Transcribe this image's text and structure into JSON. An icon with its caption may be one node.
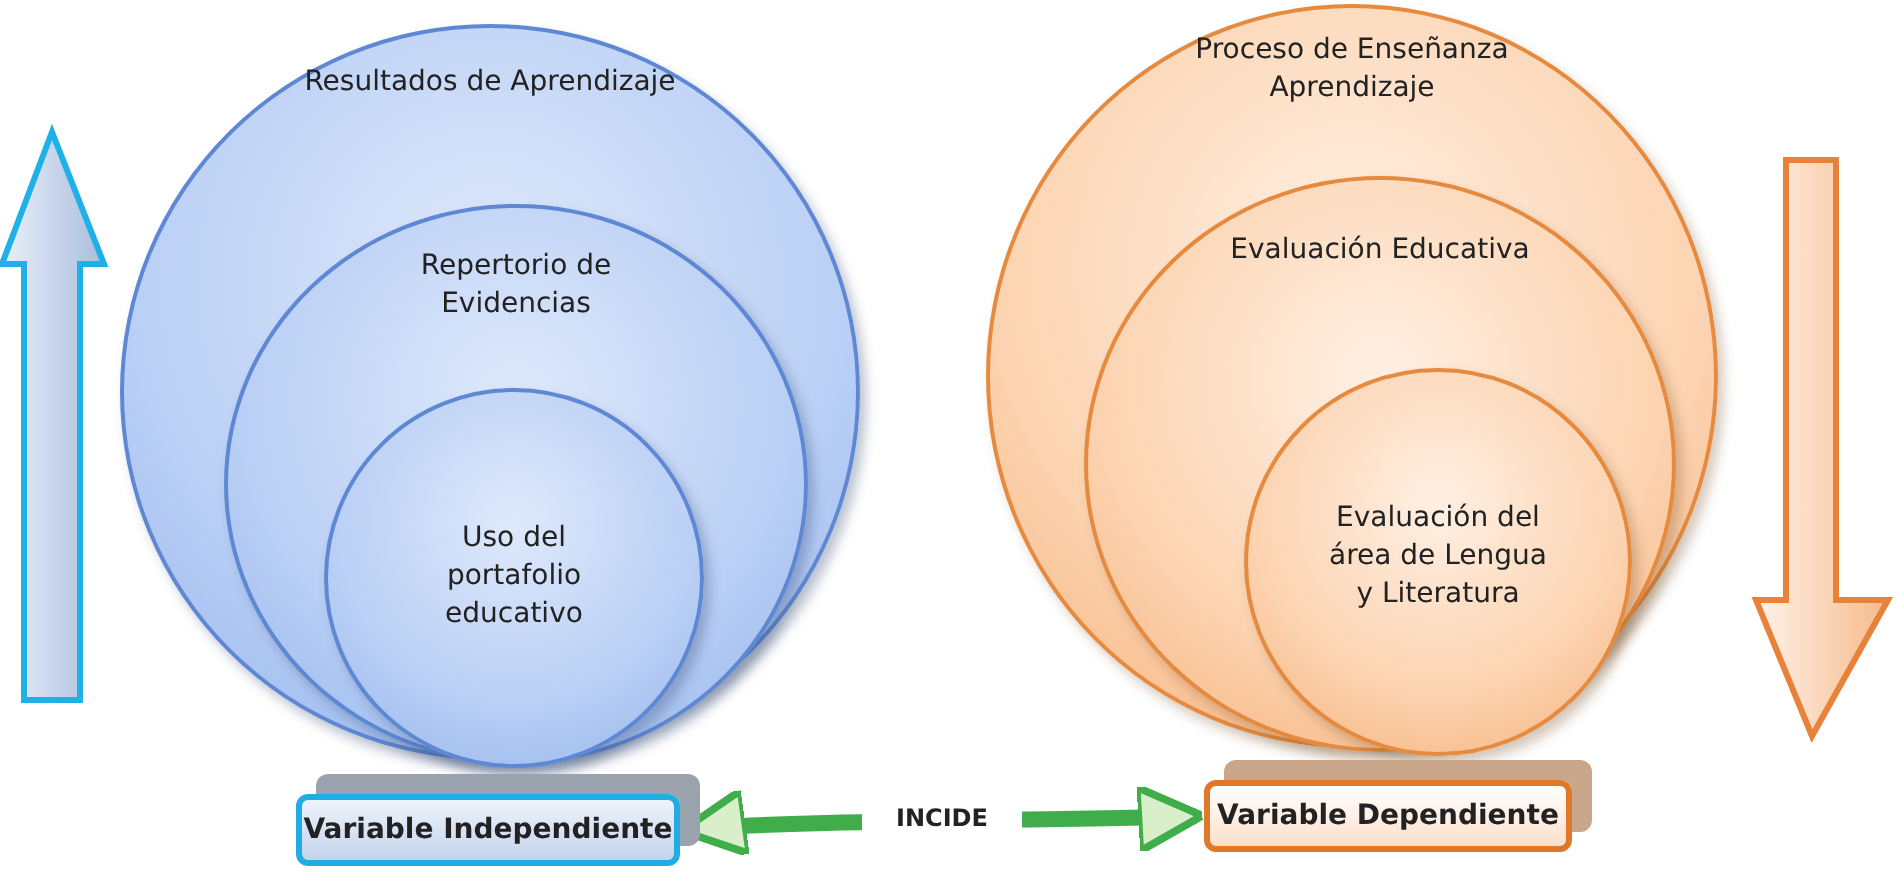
{
  "diagram": {
    "nodes": [
      {
        "text": [
          "Resultados de Aprendizaje"
        ]
      },
      {
        "text": [
          "Repertorio de Evidencias"
        ],
        "in": 0
      },
      {
        "text": [
          "Uso del portafolio educativo"
        ],
        "in": 1
      },
      {
        "text": [
          "Proceso de Enseñanza Aprendizaje"
        ]
      },
      {
        "text": [
          "Evaluación Educativa"
        ],
        "in": 3
      },
      {
        "text": [
          "Evaluación del área de Lengua y Literatura"
        ],
        "in": 4
      },
      {
        "text": [
          "Variable Independiente"
        ]
      },
      {
        "text": [
          "Variable Dependiente"
        ]
      }
    ],
    "edges": [
      {
        "from": 6,
        "to": 7,
        "arrow": "both",
        "label": "INCIDE"
      }
    ]
  }
}
